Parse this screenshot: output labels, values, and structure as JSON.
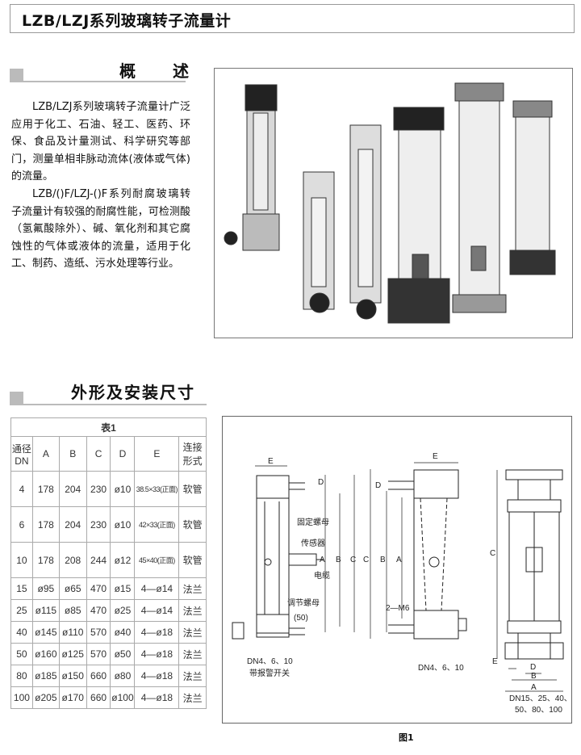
{
  "title": "LZB/LZJ系列玻璃转子流量计",
  "overview": {
    "heading": "概　　述",
    "paragraphs": [
      "LZB/LZJ系列玻璃转子流量计广泛应用于化工、石油、轻工、医药、环保、食品及计量测试、科学研究等部门，测量单相非脉动流体(液体或气体)的流量。",
      "LZB/()F/LZJ-()F系列耐腐玻璃转子流量计有较强的耐腐性能，可检测酸（氢氟酸除外）、碱、氧化剂和其它腐蚀性的气体或液体的流量，适用于化工、制药、造纸、污水处理等行业。"
    ]
  },
  "dimensions": {
    "heading": "外形及安装尺寸",
    "table": {
      "caption": "表1",
      "headers": [
        "通径DN",
        "A",
        "B",
        "C",
        "D",
        "E",
        "连接形式"
      ],
      "rows": [
        [
          "4",
          "178",
          "204",
          "230",
          "ø10",
          "38.5×33(正面)",
          "软管"
        ],
        [
          "6",
          "178",
          "204",
          "230",
          "ø10",
          "42×33(正面)",
          "软管"
        ],
        [
          "10",
          "178",
          "208",
          "244",
          "ø12",
          "45×40(正面)",
          "软管"
        ],
        [
          "15",
          "ø95",
          "ø65",
          "470",
          "ø15",
          "4—ø14",
          "法兰"
        ],
        [
          "25",
          "ø115",
          "ø85",
          "470",
          "ø25",
          "4—ø14",
          "法兰"
        ],
        [
          "40",
          "ø145",
          "ø110",
          "570",
          "ø40",
          "4—ø18",
          "法兰"
        ],
        [
          "50",
          "ø160",
          "ø125",
          "570",
          "ø50",
          "4—ø18",
          "法兰"
        ],
        [
          "80",
          "ø185",
          "ø150",
          "660",
          "ø80",
          "4—ø18",
          "法兰"
        ],
        [
          "100",
          "ø205",
          "ø170",
          "660",
          "ø100",
          "4—ø18",
          "法兰"
        ]
      ]
    }
  },
  "figure": {
    "caption": "图1",
    "d1": {
      "labels": {
        "e": "E",
        "d": "D",
        "a": "A",
        "b": "B",
        "c": "C",
        "nut_fixed": "固定螺母",
        "sensor": "传感器",
        "cable": "电缆",
        "nut_adjust": "调节螺母",
        "dim50": "(50)"
      },
      "caption1": "DN4、6、10",
      "caption2": "带报警开关"
    },
    "d2": {
      "labels": {
        "e": "E",
        "d": "D",
        "a": "A",
        "b": "B",
        "c": "C",
        "m6": "2—M6"
      },
      "caption": "DN4、6、10"
    },
    "d3": {
      "labels": {
        "c": "C",
        "e": "E",
        "d": "D",
        "b": "B",
        "a": "A"
      },
      "caption1": "DN15、25、40、",
      "caption2": "50、80、100"
    }
  }
}
